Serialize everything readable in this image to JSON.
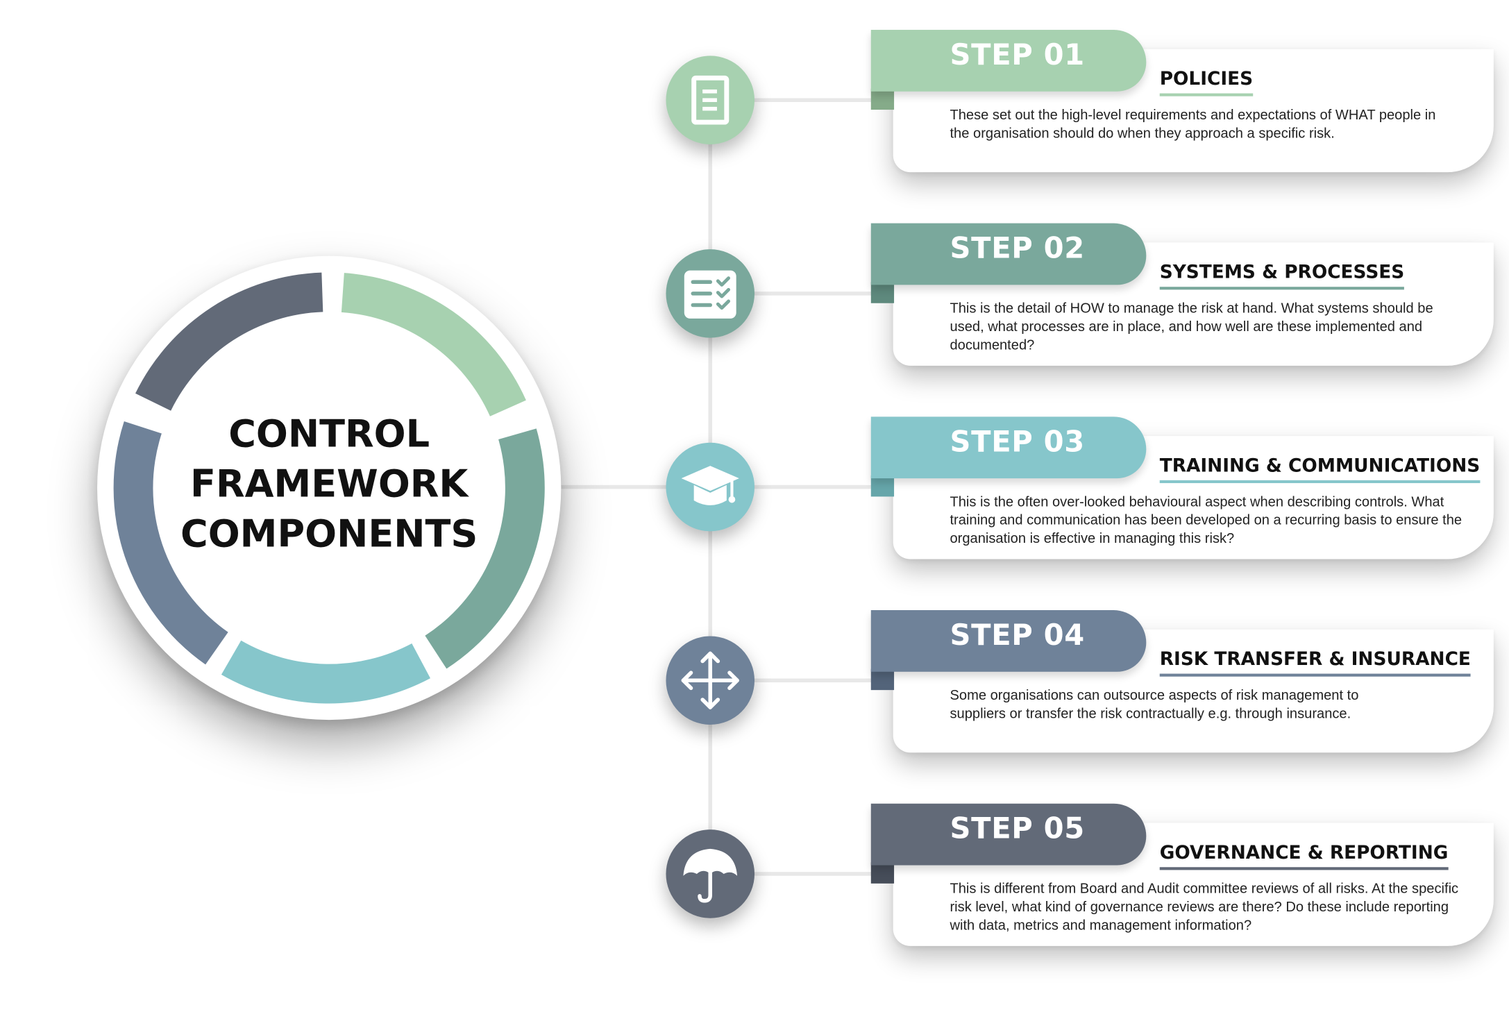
{
  "title_lines": [
    "CONTROL",
    "FRAMEWORK",
    "COMPONENTS"
  ],
  "colors": {
    "green": "#a7d1b0",
    "teal": "#7aa89c",
    "aqua": "#86c6cb",
    "slate_blue": "#6f8299",
    "dark_slate": "#626a78"
  },
  "steps": [
    {
      "tab": "STEP 01",
      "heading": "POLICIES",
      "description": "These set out the high-level requirements and expectations of WHAT people in the organisation should do when they approach a specific risk.",
      "icon": "document-icon",
      "color": "#a7d1b0",
      "fold_color": "#85ab89"
    },
    {
      "tab": "STEP 02",
      "heading": "SYSTEMS & PROCESSES",
      "description": "This is the detail of HOW to manage the risk at hand. What systems should be used, what processes are in place, and how well are these implemented and documented?",
      "icon": "checklist-icon",
      "color": "#7aa89c",
      "fold_color": "#5e897d"
    },
    {
      "tab": "STEP 03",
      "heading": "TRAINING & COMMUNICATIONS",
      "description": "This is the often over-looked behavioural aspect when describing controls. What training and communication has been developed on a recurring basis to ensure the organisation is effective in managing this risk?",
      "icon": "graduation-cap-icon",
      "color": "#86c6cb",
      "fold_color": "#66a6aa"
    },
    {
      "tab": "STEP 04",
      "heading": "RISK TRANSFER & INSURANCE",
      "description": "Some organisations can outsource aspects of risk management to suppliers or transfer the risk contractually e.g. through insurance.",
      "icon": "move-arrows-icon",
      "color": "#6f8299",
      "fold_color": "#53647a"
    },
    {
      "tab": "STEP 05",
      "heading": "GOVERNANCE & REPORTING",
      "description": "This is different from Board and Audit committee reviews of all risks. At the specific risk level, what kind of governance reviews are there? Do these include reporting with data, metrics and management information?",
      "icon": "umbrella-icon",
      "color": "#626a78",
      "fold_color": "#464d59"
    }
  ]
}
